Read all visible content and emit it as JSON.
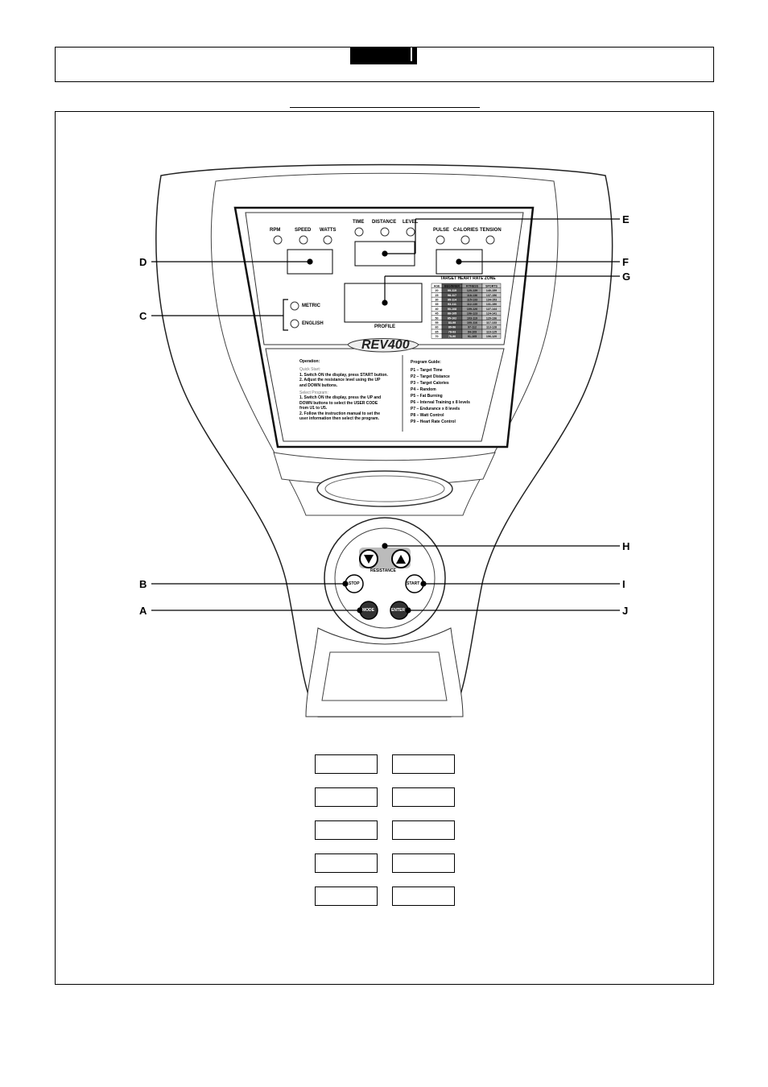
{
  "console": {
    "displays": {
      "left_group": [
        "RPM",
        "SPEED",
        "WATTS"
      ],
      "middle_group": [
        "TIME",
        "DISTANCE",
        "LEVEL"
      ],
      "right_group": [
        "PULSE",
        "CALORIES",
        "TENSION"
      ],
      "profile_label": "PROFILE",
      "units": [
        "METRIC",
        "ENGLISH"
      ]
    },
    "heart_rate_table": {
      "title": "TARGET HEART RATE ZONE",
      "columns": [
        "AGE",
        "BEGINNER",
        "FITNESS",
        "SPORTS"
      ],
      "rows": [
        [
          "20",
          "99-119",
          "120-139",
          "140-159"
        ],
        [
          "25",
          "98-117",
          "118-136",
          "137-156"
        ],
        [
          "30",
          "95-114",
          "115-133",
          "134-153"
        ],
        [
          "35",
          "93-111",
          "112-130",
          "131-150"
        ],
        [
          "40",
          "90-108",
          "109-126",
          "127-144"
        ],
        [
          "45",
          "88-105",
          "106-123",
          "124-141"
        ],
        [
          "50",
          "85-102",
          "103-119",
          "120-136"
        ],
        [
          "55",
          "83-99",
          "100-116",
          "117-133"
        ],
        [
          "60",
          "80-96",
          "97-112",
          "113-128"
        ],
        [
          "65",
          "78-93",
          "94-109",
          "110-125"
        ],
        [
          "70",
          "75-90",
          "91-105",
          "106-120"
        ]
      ]
    },
    "brand": "REV400",
    "operation": {
      "title": "Operation:",
      "quick_start_heading": "Quick Start:",
      "quick_start": [
        "1. Switch ON the display, press START button.",
        "2. Adjust the resistance level using the UP",
        "and DOWN buttons."
      ],
      "select_heading": "Select Program:",
      "select": [
        "1. Switch ON the display, press the UP and",
        "DOWN buttons to select the USER CODE",
        "from U1 to U5.",
        "2. Follow the instruction manual to set the",
        "user information then select the program."
      ]
    },
    "program_guide": {
      "title": "Program Guide:",
      "items": [
        "P1 – Target Time",
        "P2 – Target Distance",
        "P3 – Target Calories",
        "P4 – Random",
        "P5 – Fat Burning",
        "P6 – Interval Training x 8 levels",
        "P7 – Endurance x 8 levels",
        "P8 – Watt Control",
        "P9 – Heart Rate Control"
      ]
    },
    "buttons": {
      "resistance_label": "RESISTANCE",
      "stop": "STOP",
      "start": "START",
      "mode": "MODE",
      "enter": "ENTER"
    }
  },
  "callouts": {
    "A": "A",
    "B": "B",
    "C": "C",
    "D": "D",
    "E": "E",
    "F": "F",
    "G": "G",
    "H": "H",
    "I": "I",
    "J": "J"
  }
}
